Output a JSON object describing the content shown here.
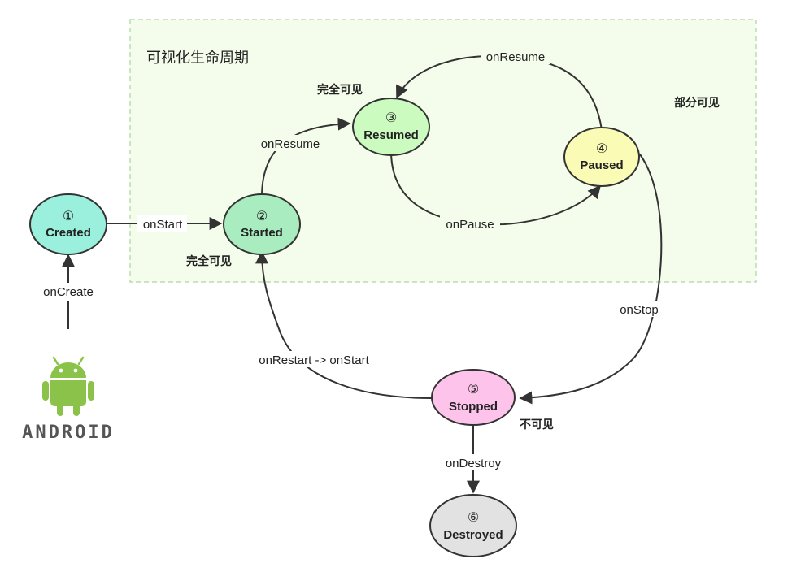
{
  "region": {
    "title": "可视化生命周期"
  },
  "states": {
    "created": {
      "num": "①",
      "name": "Created",
      "fill": "#9af0dc"
    },
    "started": {
      "num": "②",
      "name": "Started",
      "fill": "#a8ecc0"
    },
    "resumed": {
      "num": "③",
      "name": "Resumed",
      "fill": "#cbfbbf"
    },
    "paused": {
      "num": "④",
      "name": "Paused",
      "fill": "#fafcb6"
    },
    "stopped": {
      "num": "⑤",
      "name": "Stopped",
      "fill": "#fdc3ea"
    },
    "destroyed": {
      "num": "⑥",
      "name": "Destroyed",
      "fill": "#e2e2e2"
    }
  },
  "edges": {
    "on_create": "onCreate",
    "on_start": "onStart",
    "on_resume_from_started": "onResume",
    "on_resume_from_paused": "onResume",
    "on_pause": "onPause",
    "on_stop": "onStop",
    "on_restart": "onRestart -> onStart",
    "on_destroy": "onDestroy"
  },
  "visibility": {
    "resumed": "完全可见",
    "started": "完全可见",
    "paused": "部分可见",
    "stopped": "不可见"
  },
  "logo": {
    "word": "ANDROID",
    "color": "#8bc34a",
    "icon": "android-robot-icon"
  }
}
